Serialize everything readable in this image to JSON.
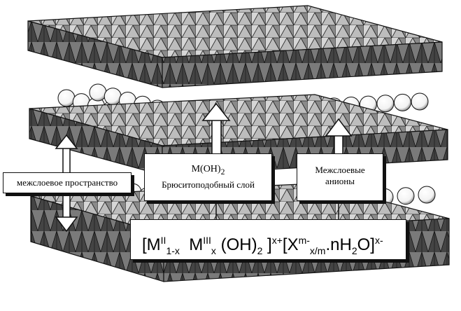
{
  "labels": {
    "interlayer_space": "межслоевое пространство",
    "brucite_formula": "M(OH)",
    "brucite_formula_sub": "2",
    "brucite_name": "Брюситоподобный слой",
    "anions_line1": "Межслоевые",
    "anions_line2": "анионы"
  },
  "formula": {
    "open_bracket": "[M",
    "m2_sup": "II",
    "m2_sub": "1-x",
    "m3": "M",
    "m3_sup": "III",
    "m3_sub": "x",
    "oh": "(OH)",
    "oh_sub": "2",
    "close_bracket": "]",
    "charge_pos": "x+",
    "anion_open": "[X",
    "anion_sup": "m-",
    "anion_sub": "x/m",
    "water": ".nH",
    "water_sub": "2",
    "water_o": "O]",
    "charge_neg": "x-"
  },
  "colors": {
    "ink": "#111111",
    "octahedron_fill": "#cfcfcf",
    "octahedron_dark": "#555555",
    "sphere_fill": "#ffffff"
  }
}
